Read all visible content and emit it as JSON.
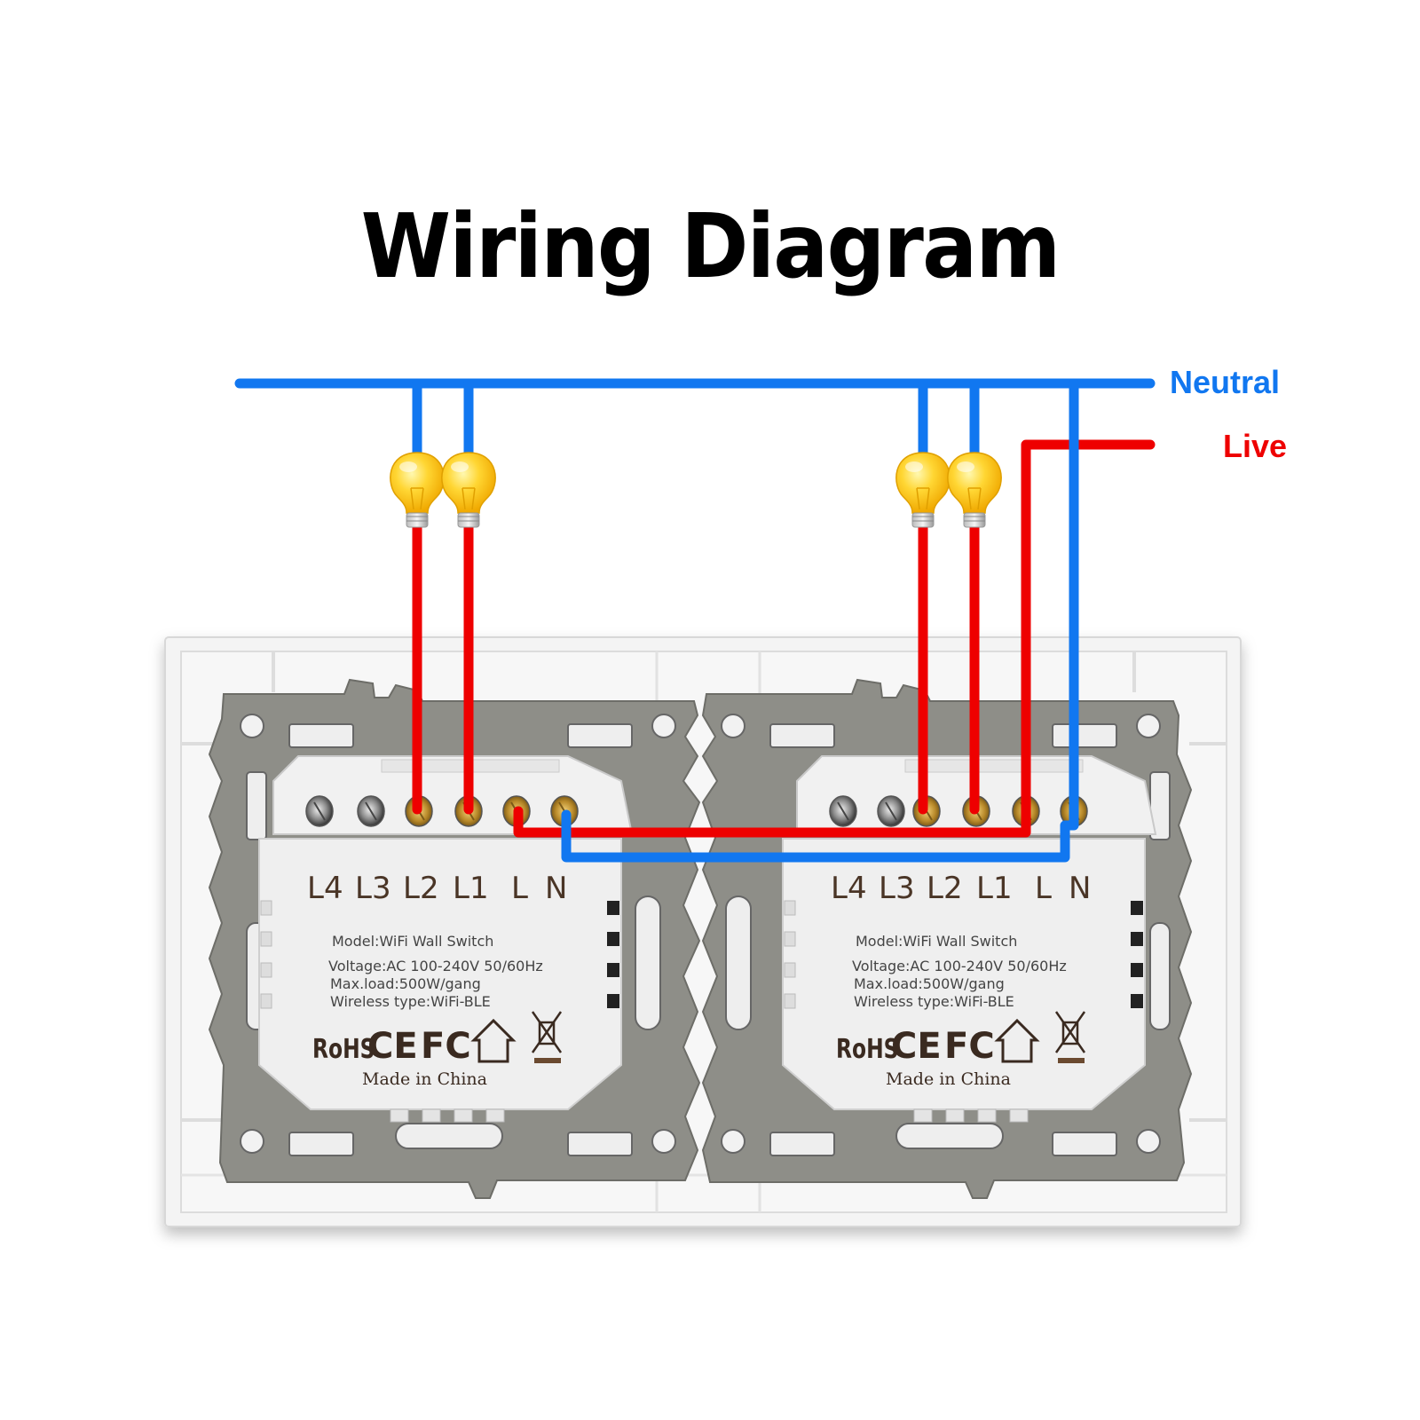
{
  "title": "Wiring Diagram",
  "legend": {
    "neutral": {
      "label": "Neutral",
      "color": "#1177f0"
    },
    "live": {
      "label": "Live",
      "color": "#ee0000"
    }
  },
  "colors": {
    "neutral_wire": "#1177f0",
    "live_wire": "#ee0000",
    "bulb": "#ffcc22",
    "frame_metal": "#8e8e88",
    "plate": "#f2f2f2",
    "module": "#efefef",
    "print": "#4a3526"
  },
  "modules": [
    {
      "id": "left",
      "terminals": [
        "L4",
        "L3",
        "L2",
        "L1",
        "L",
        "N"
      ],
      "wired_terminals": {
        "L2": "lamp-1",
        "L1": "lamp-2",
        "L": "live",
        "N": "neutral"
      },
      "model": "Model:WiFi Wall Switch",
      "voltage": "Voltage:AC 100-240V 50/60Hz",
      "max_load": "Max.load:500W/gang",
      "wireless": "Wireless type:WiFi-BLE",
      "marks": [
        "RoHS",
        "CE",
        "FC"
      ],
      "icons": [
        "house-icon",
        "weee-bin-icon"
      ],
      "made_in": "Made in China"
    },
    {
      "id": "right",
      "terminals": [
        "L4",
        "L3",
        "L2",
        "L1",
        "L",
        "N"
      ],
      "wired_terminals": {
        "L2": "lamp-3",
        "L1": "lamp-4",
        "L": "live",
        "N": "neutral"
      },
      "model": "Model:WiFi Wall Switch",
      "voltage": "Voltage:AC 100-240V 50/60Hz",
      "max_load": "Max.load:500W/gang",
      "wireless": "Wireless type:WiFi-BLE",
      "marks": [
        "RoHS",
        "CE",
        "FC"
      ],
      "icons": [
        "house-icon",
        "weee-bin-icon"
      ],
      "made_in": "Made in China"
    }
  ],
  "lamps": [
    "lamp-1",
    "lamp-2",
    "lamp-3",
    "lamp-4"
  ]
}
